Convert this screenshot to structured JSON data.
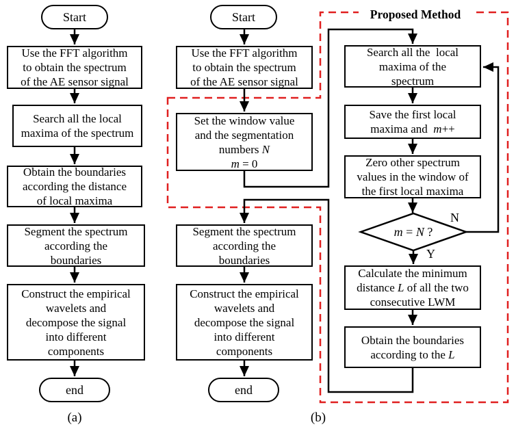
{
  "figure": {
    "caption_a": "(a)",
    "caption_b": "(b)",
    "colors": {
      "dash_red": "#e01f1f",
      "line_black": "#000000",
      "box_bg": "#ffffff"
    }
  },
  "flow_a": {
    "start": "Start",
    "end": "end",
    "fft": [
      [
        [
          "n",
          "Use the FFT algorithm"
        ]
      ],
      [
        [
          "n",
          "to obtain the spectrum"
        ]
      ],
      [
        [
          "n",
          "of the AE sensor signal"
        ]
      ]
    ],
    "search": [
      [
        [
          "n",
          "Search all the local"
        ]
      ],
      [
        [
          "n",
          "maxima of the spectrum"
        ]
      ]
    ],
    "obtain": [
      [
        [
          "n",
          "Obtain the boundaries"
        ]
      ],
      [
        [
          "n",
          "according the distance"
        ]
      ],
      [
        [
          "n",
          "of local maxima"
        ]
      ]
    ],
    "segment": [
      [
        [
          "n",
          "Segment the spectrum"
        ]
      ],
      [
        [
          "n",
          "according the"
        ]
      ],
      [
        [
          "n",
          "boundaries"
        ]
      ]
    ],
    "construct": [
      [
        [
          "n",
          "Construct the empirical"
        ]
      ],
      [
        [
          "n",
          "wavelets and"
        ]
      ],
      [
        [
          "n",
          "decompose the signal"
        ]
      ],
      [
        [
          "n",
          "into different"
        ]
      ],
      [
        [
          "n",
          "components"
        ]
      ]
    ]
  },
  "flow_b": {
    "start": "Start",
    "end": "end",
    "fft": [
      [
        [
          "n",
          "Use the FFT algorithm"
        ]
      ],
      [
        [
          "n",
          "to obtain the spectrum"
        ]
      ],
      [
        [
          "n",
          "of the AE sensor signal"
        ]
      ]
    ],
    "set_window": [
      [
        [
          "n",
          "Set the window value"
        ]
      ],
      [
        [
          "n",
          "and the segmentation"
        ]
      ],
      [
        [
          "n",
          "numbers "
        ],
        [
          "i",
          "N"
        ]
      ],
      [
        [
          "i",
          "m"
        ],
        [
          "n",
          " = 0"
        ]
      ]
    ],
    "segment": [
      [
        [
          "n",
          "Segment the spectrum"
        ]
      ],
      [
        [
          "n",
          "according the"
        ]
      ],
      [
        [
          "n",
          "boundaries"
        ]
      ]
    ],
    "construct": [
      [
        [
          "n",
          "Construct the empirical"
        ]
      ],
      [
        [
          "n",
          "wavelets and"
        ]
      ],
      [
        [
          "n",
          "decompose the signal"
        ]
      ],
      [
        [
          "n",
          "into different"
        ]
      ],
      [
        [
          "n",
          "components"
        ]
      ]
    ]
  },
  "proposed": {
    "title": "Proposed Method",
    "search": [
      [
        [
          "n",
          "Search all the  local"
        ]
      ],
      [
        [
          "n",
          "maxima of the"
        ]
      ],
      [
        [
          "n",
          "spectrum"
        ]
      ]
    ],
    "save": [
      [
        [
          "n",
          "Save the first local"
        ]
      ],
      [
        [
          "n",
          "maxima and  "
        ],
        [
          "i",
          "m"
        ],
        [
          "n",
          "++"
        ]
      ]
    ],
    "zero": [
      [
        [
          "n",
          "Zero other spectrum"
        ]
      ],
      [
        [
          "n",
          "values in the window of"
        ]
      ],
      [
        [
          "n",
          "the first local maxima"
        ]
      ]
    ],
    "decision": [
      [
        [
          "i",
          "m"
        ],
        [
          "n",
          " = "
        ],
        [
          "i",
          "N"
        ],
        [
          "n",
          " ?"
        ]
      ]
    ],
    "branch_no": "N",
    "branch_yes": "Y",
    "calculate": [
      [
        [
          "n",
          "Calculate the minimum"
        ]
      ],
      [
        [
          "n",
          "distance "
        ],
        [
          "i",
          "L"
        ],
        [
          "n",
          " of all the two"
        ]
      ],
      [
        [
          "n",
          "consecutive LWM"
        ]
      ]
    ],
    "obtain": [
      [
        [
          "n",
          "Obtain the boundaries"
        ]
      ],
      [
        [
          "n",
          "according to the "
        ],
        [
          "i",
          "L"
        ]
      ]
    ]
  }
}
